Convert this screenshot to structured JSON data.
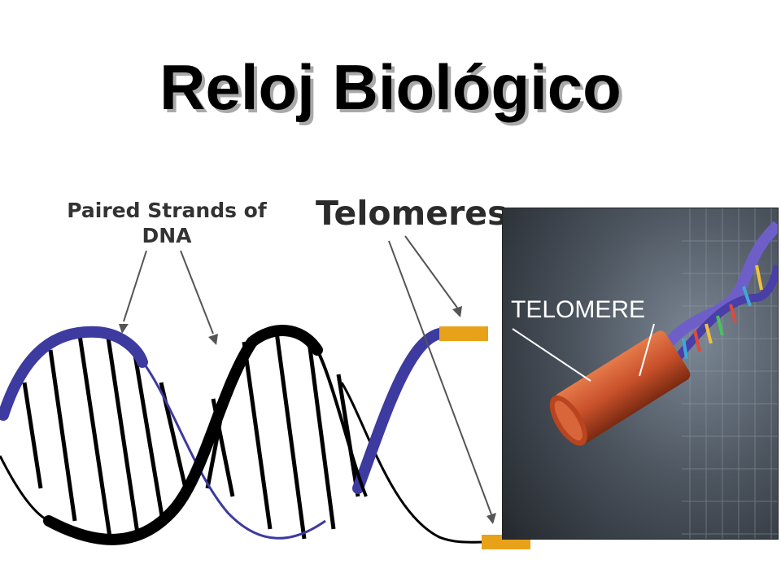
{
  "title": "Reloj Biológico",
  "labels": {
    "paired_strands": "Paired Strands of DNA",
    "telomeres": "Telomeres"
  },
  "photo": {
    "label": "TELOMERE"
  },
  "colors": {
    "blue_strand": "#3d3aa0",
    "black_strand": "#000000",
    "telomere_cap": "#e8a21a",
    "photo_bg": "#3a4048",
    "telomere_tube": "#c8502a"
  }
}
